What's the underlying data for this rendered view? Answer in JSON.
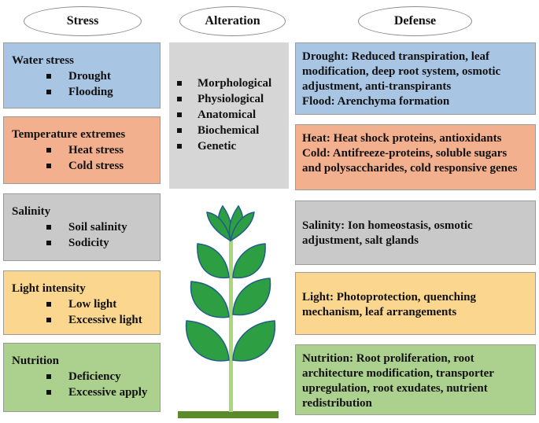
{
  "headers": {
    "stress": "Stress",
    "alteration": "Alteration",
    "defense": "Defense"
  },
  "stresses": [
    {
      "title": "Water stress",
      "items": [
        "Drought",
        "Flooding"
      ],
      "color": "#a8c5e4"
    },
    {
      "title": "Temperature extremes",
      "items": [
        "Heat stress",
        "Cold stress"
      ],
      "color": "#f2b08f"
    },
    {
      "title": "Salinity",
      "items": [
        "Soil salinity",
        "Sodicity"
      ],
      "color": "#c9c9c9"
    },
    {
      "title": "Light intensity",
      "items": [
        "Low light",
        "Excessive light"
      ],
      "color": "#fbd68e"
    },
    {
      "title": "Nutrition",
      "items": [
        "Deficiency",
        "Excessive apply"
      ],
      "color": "#acd08e"
    }
  ],
  "alterations": [
    "Morphological",
    "Physiological",
    "Anatomical",
    "Biochemical",
    "Genetic"
  ],
  "defenses": [
    {
      "lines": [
        "Drought: Reduced transpiration, leaf modification, deep root system, osmotic adjustment, anti-transpirants",
        "Flood: Arenchyma formation"
      ]
    },
    {
      "lines": [
        "Heat: Heat shock proteins, antioxidants",
        "Cold: Antifreeze-proteins, soluble sugars and polysaccharides, cold responsive genes"
      ]
    },
    {
      "lines": [
        "Salinity: Ion homeostasis, osmotic adjustment, salt glands"
      ]
    },
    {
      "lines": [
        "Light: Photoprotection, quenching mechanism, leaf arrangements"
      ]
    },
    {
      "lines": [
        "Nutrition: Root proliferation, root architecture modification, transporter upregulation, root exudates, nutrient redistribution"
      ]
    }
  ],
  "icons": {
    "plant": "plant-illustration-icon"
  },
  "colors": {
    "leaf": "#2e9e43",
    "leaf_outline": "#1f5e8a",
    "stem": "#a8d87a",
    "soil": "#5a8a2a"
  }
}
